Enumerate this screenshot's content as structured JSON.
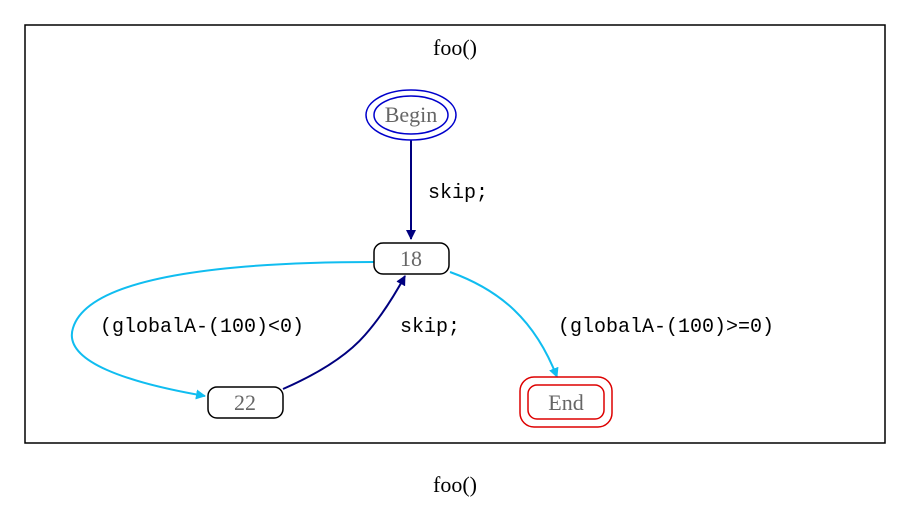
{
  "cluster": {
    "title": "foo()"
  },
  "caption": "foo()",
  "nodes": {
    "begin": {
      "label": "Begin"
    },
    "n18": {
      "label": "18"
    },
    "n22": {
      "label": "22"
    },
    "end": {
      "label": "End"
    }
  },
  "edges": {
    "begin_to_18": {
      "label": "skip;"
    },
    "n18_to_22": {
      "label": "(globalA-(100)<0)"
    },
    "n22_to_18": {
      "label": "skip;"
    },
    "n18_to_end": {
      "label": "(globalA-(100)>=0)"
    }
  },
  "colors": {
    "begin_stroke": "#0000cc",
    "end_stroke": "#dd0000",
    "dark_edge": "#00007f",
    "light_edge": "#10bdf0",
    "node_text": "#666666",
    "text": "#000000"
  }
}
